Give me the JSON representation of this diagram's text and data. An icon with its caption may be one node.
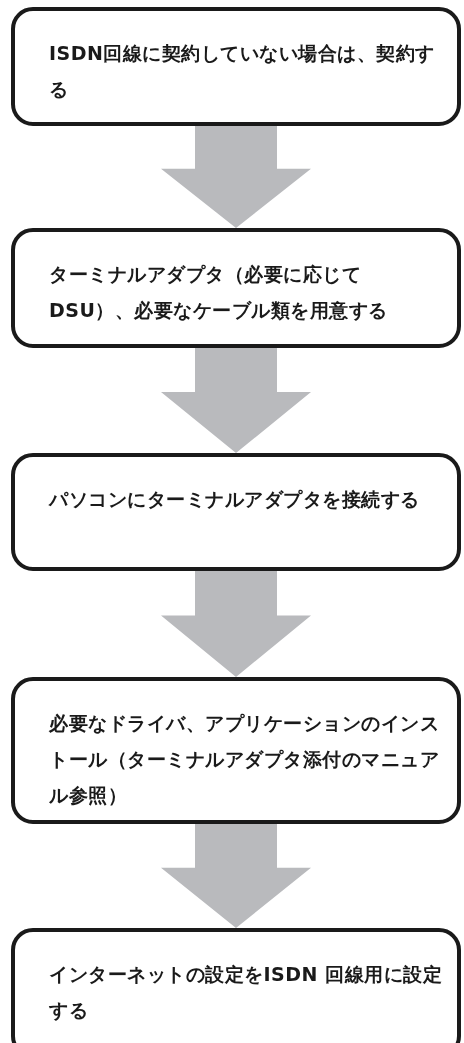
{
  "diagram": {
    "nodes": [
      {
        "text": [
          "ISDN回線に契約していない場合は、契約する"
        ]
      },
      {
        "text": [
          "ターミナルアダプタ（必要に応じてDSU）、必要なケーブル類を用意する"
        ]
      },
      {
        "text": [
          "パソコンにターミナルアダプタを接続する"
        ]
      },
      {
        "text": [
          "必要なドライバ、アプリケーションのインストール（ターミナルアダプタ添付のマニュアル参照）"
        ]
      },
      {
        "text": [
          "インターネットの設定をISDN 回線用に設定する"
        ]
      }
    ],
    "edges": [
      {
        "from": 0,
        "to": 1,
        "arrow": "to"
      },
      {
        "from": 1,
        "to": 2,
        "arrow": "to"
      },
      {
        "from": 2,
        "to": 3,
        "arrow": "to"
      },
      {
        "from": 3,
        "to": 4,
        "arrow": "to"
      }
    ]
  }
}
